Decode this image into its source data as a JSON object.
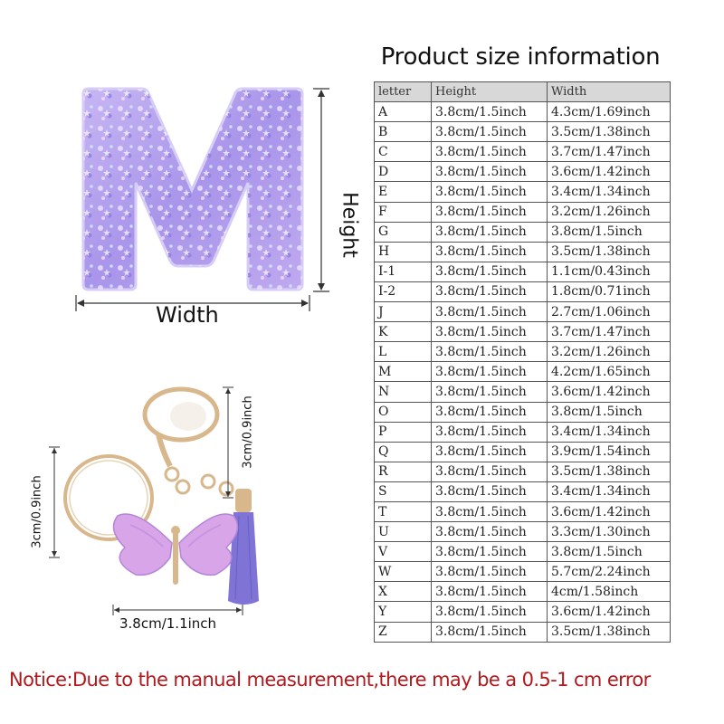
{
  "title": "Product size information",
  "labels": {
    "width": "Width",
    "height": "Height",
    "keychain_width": "3.8cm/1.1inch",
    "keychain_height_left": "3cm/0.9inch",
    "keychain_height_right": "3cm/0.9inch"
  },
  "product": {
    "letter_image": "letter-M-glitter",
    "letter_color": "#b9a6ee",
    "tassel_color": "#7f74d6",
    "butterfly_color": "#d8a6e8",
    "ring_color": "#d9b78c"
  },
  "table": {
    "headers": [
      "letter",
      "Height",
      "Width"
    ],
    "rows": [
      [
        "A",
        "3.8cm/1.5inch",
        "4.3cm/1.69inch"
      ],
      [
        "B",
        "3.8cm/1.5inch",
        "3.5cm/1.38inch"
      ],
      [
        "C",
        "3.8cm/1.5inch",
        "3.7cm/1.47inch"
      ],
      [
        "D",
        "3.8cm/1.5inch",
        "3.6cm/1.42inch"
      ],
      [
        "E",
        "3.8cm/1.5inch",
        "3.4cm/1.34inch"
      ],
      [
        "F",
        "3.8cm/1.5inch",
        "3.2cm/1.26inch"
      ],
      [
        "G",
        "3.8cm/1.5inch",
        "3.8cm/1.5inch"
      ],
      [
        "H",
        "3.8cm/1.5inch",
        "3.5cm/1.38inch"
      ],
      [
        "I-1",
        "3.8cm/1.5inch",
        "1.1cm/0.43inch"
      ],
      [
        "I-2",
        "3.8cm/1.5inch",
        "1.8cm/0.71inch"
      ],
      [
        "J",
        "3.8cm/1.5inch",
        "2.7cm/1.06inch"
      ],
      [
        "K",
        "3.8cm/1.5inch",
        "3.7cm/1.47inch"
      ],
      [
        "L",
        "3.8cm/1.5inch",
        "3.2cm/1.26inch"
      ],
      [
        "M",
        "3.8cm/1.5inch",
        "4.2cm/1.65inch"
      ],
      [
        "N",
        "3.8cm/1.5inch",
        "3.6cm/1.42inch"
      ],
      [
        "O",
        "3.8cm/1.5inch",
        "3.8cm/1.5inch"
      ],
      [
        "P",
        "3.8cm/1.5inch",
        "3.4cm/1.34inch"
      ],
      [
        "Q",
        "3.8cm/1.5inch",
        "3.9cm/1.54inch"
      ],
      [
        "R",
        "3.8cm/1.5inch",
        "3.5cm/1.38inch"
      ],
      [
        "S",
        "3.8cm/1.5inch",
        "3.4cm/1.34inch"
      ],
      [
        "T",
        "3.8cm/1.5inch",
        "3.6cm/1.42inch"
      ],
      [
        "U",
        "3.8cm/1.5inch",
        "3.3cm/1.30inch"
      ],
      [
        "V",
        "3.8cm/1.5inch",
        "3.8cm/1.5inch"
      ],
      [
        "W",
        "3.8cm/1.5inch",
        "5.7cm/2.24inch"
      ],
      [
        "X",
        "3.8cm/1.5inch",
        "4cm/1.58inch"
      ],
      [
        "Y",
        "3.8cm/1.5inch",
        "3.6cm/1.42inch"
      ],
      [
        "Z",
        "3.8cm/1.5inch",
        "3.5cm/1.38inch"
      ]
    ]
  },
  "notice": "Notice:Due to the manual measurement,there may be a 0.5-1 cm error"
}
